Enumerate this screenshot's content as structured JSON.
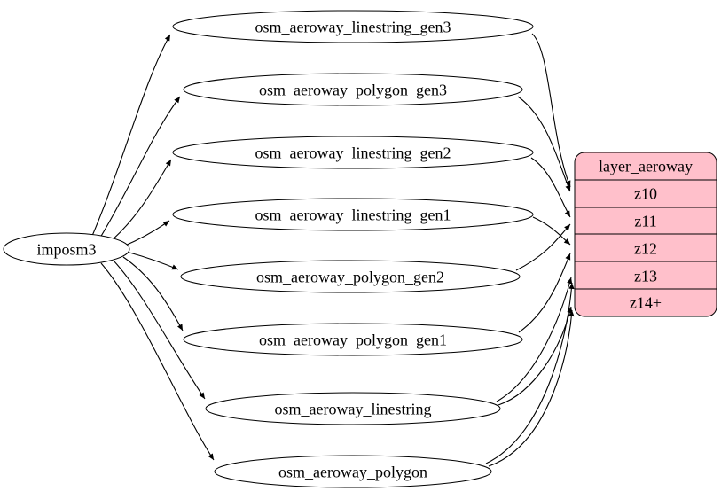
{
  "diagram": {
    "source": {
      "label": "imposm3"
    },
    "tables": [
      {
        "label": "osm_aeroway_linestring_gen3"
      },
      {
        "label": "osm_aeroway_polygon_gen3"
      },
      {
        "label": "osm_aeroway_linestring_gen2"
      },
      {
        "label": "osm_aeroway_linestring_gen1"
      },
      {
        "label": "osm_aeroway_polygon_gen2"
      },
      {
        "label": "osm_aeroway_polygon_gen1"
      },
      {
        "label": "osm_aeroway_linestring"
      },
      {
        "label": "osm_aeroway_polygon"
      }
    ],
    "layer": {
      "title": "layer_aeroway",
      "rows": [
        "z10",
        "z11",
        "z12",
        "z13",
        "z14+"
      ],
      "fill": "#ffc0cb",
      "stroke": "#000000"
    },
    "colors": {
      "background": "#ffffff",
      "node_fill": "#ffffff",
      "edge": "#000000"
    },
    "edges": [
      {
        "from": "imposm3",
        "to": "osm_aeroway_linestring_gen3"
      },
      {
        "from": "imposm3",
        "to": "osm_aeroway_polygon_gen3"
      },
      {
        "from": "imposm3",
        "to": "osm_aeroway_linestring_gen2"
      },
      {
        "from": "imposm3",
        "to": "osm_aeroway_linestring_gen1"
      },
      {
        "from": "imposm3",
        "to": "osm_aeroway_polygon_gen2"
      },
      {
        "from": "imposm3",
        "to": "osm_aeroway_polygon_gen1"
      },
      {
        "from": "imposm3",
        "to": "osm_aeroway_linestring"
      },
      {
        "from": "imposm3",
        "to": "osm_aeroway_polygon"
      },
      {
        "from": "osm_aeroway_linestring_gen3",
        "to": "layer_aeroway:z10"
      },
      {
        "from": "osm_aeroway_polygon_gen3",
        "to": "layer_aeroway:z10"
      },
      {
        "from": "osm_aeroway_linestring_gen2",
        "to": "layer_aeroway:z11"
      },
      {
        "from": "osm_aeroway_polygon_gen2",
        "to": "layer_aeroway:z11"
      },
      {
        "from": "osm_aeroway_linestring_gen1",
        "to": "layer_aeroway:z12"
      },
      {
        "from": "osm_aeroway_polygon_gen1",
        "to": "layer_aeroway:z12"
      },
      {
        "from": "osm_aeroway_linestring",
        "to": "layer_aeroway:z13"
      },
      {
        "from": "osm_aeroway_linestring",
        "to": "layer_aeroway:z14+"
      },
      {
        "from": "osm_aeroway_polygon",
        "to": "layer_aeroway:z13"
      },
      {
        "from": "osm_aeroway_polygon",
        "to": "layer_aeroway:z14+"
      }
    ]
  }
}
